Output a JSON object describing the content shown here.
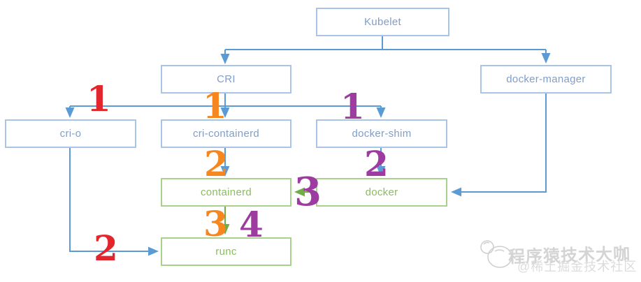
{
  "diagram": {
    "nodes": [
      {
        "id": "kubelet",
        "label": "Kubelet",
        "group": "blue"
      },
      {
        "id": "cri",
        "label": "CRI",
        "group": "blue"
      },
      {
        "id": "docker-manager",
        "label": "docker-manager",
        "group": "blue"
      },
      {
        "id": "cri-o",
        "label": "cri-o",
        "group": "blue"
      },
      {
        "id": "cri-containerd",
        "label": "cri-containerd",
        "group": "blue"
      },
      {
        "id": "docker-shim",
        "label": "docker-shim",
        "group": "blue"
      },
      {
        "id": "containerd",
        "label": "containerd",
        "group": "green"
      },
      {
        "id": "docker",
        "label": "docker",
        "group": "green"
      },
      {
        "id": "runc",
        "label": "runc",
        "group": "green"
      }
    ],
    "edges": [
      {
        "from": "kubelet",
        "to": "cri",
        "color": "#5b9bd5"
      },
      {
        "from": "kubelet",
        "to": "docker-manager",
        "color": "#5b9bd5"
      },
      {
        "from": "cri",
        "to": "cri-o",
        "color": "#5b9bd5"
      },
      {
        "from": "cri",
        "to": "cri-containerd",
        "color": "#5b9bd5"
      },
      {
        "from": "cri",
        "to": "docker-shim",
        "color": "#5b9bd5"
      },
      {
        "from": "cri-containerd",
        "to": "containerd",
        "color": "#5b9bd5"
      },
      {
        "from": "docker-shim",
        "to": "docker",
        "color": "#5b9bd5"
      },
      {
        "from": "docker-manager",
        "to": "docker",
        "color": "#5b9bd5"
      },
      {
        "from": "docker",
        "to": "containerd",
        "color": "#70ad47"
      },
      {
        "from": "containerd",
        "to": "runc",
        "color": "#70ad47"
      },
      {
        "from": "cri-o",
        "to": "runc",
        "color": "#5b9bd5"
      }
    ],
    "steps": [
      {
        "text": "1",
        "color": "#e2262c",
        "near": "cri-to-cri-o"
      },
      {
        "text": "1",
        "color": "#f5871e",
        "near": "cri-to-cri-containerd"
      },
      {
        "text": "1",
        "color": "#9e3ba0",
        "near": "cri-to-docker-shim"
      },
      {
        "text": "2",
        "color": "#f5871e",
        "near": "cri-containerd-to-containerd"
      },
      {
        "text": "2",
        "color": "#9e3ba0",
        "near": "docker-shim-to-docker"
      },
      {
        "text": "3",
        "color": "#9e3ba0",
        "near": "docker-to-containerd"
      },
      {
        "text": "3",
        "color": "#f5871e",
        "near": "containerd-to-runc"
      },
      {
        "text": "4",
        "color": "#9e3ba0",
        "near": "containerd-to-runc"
      },
      {
        "text": "2",
        "color": "#e2262c",
        "near": "cri-o-to-runc"
      }
    ],
    "colors": {
      "blue_line": "#5b9bd5",
      "blue_node_border": "#a9c4e4",
      "blue_node_text": "#7f9ec9",
      "green_line": "#70ad47",
      "green_node_border": "#a9d18e",
      "green_node_text": "#8abd5f",
      "step_red": "#e2262c",
      "step_orange": "#f5871e",
      "step_purple": "#9e3ba0"
    }
  },
  "watermark": {
    "line1": "程序猿技术大咖",
    "line2": "@稀土掘金技术社区"
  }
}
